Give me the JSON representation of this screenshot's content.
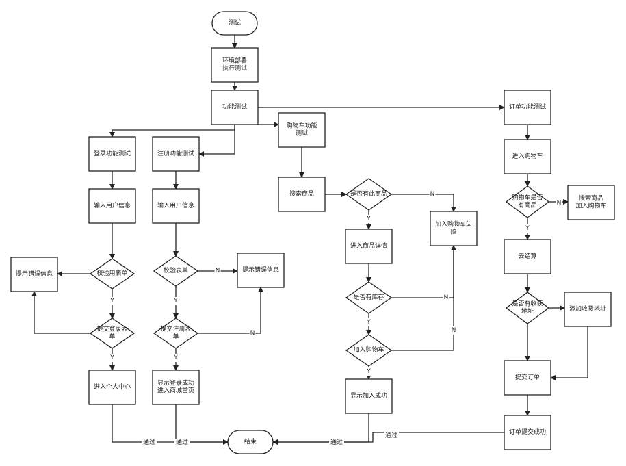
{
  "nodes": {
    "start": {
      "lines": [
        "测试"
      ]
    },
    "deploy": {
      "lines": [
        "环境部署",
        "执行测试"
      ]
    },
    "func_test": {
      "lines": [
        "功能测试"
      ]
    },
    "login_test": {
      "lines": [
        "登录功能测试"
      ]
    },
    "reg_test": {
      "lines": [
        "注册功能测试"
      ]
    },
    "cart_test": {
      "lines": [
        "购物车功能",
        "测试"
      ]
    },
    "order_test": {
      "lines": [
        "订单功能测试"
      ]
    },
    "login_input": {
      "lines": [
        "输入用户信息"
      ]
    },
    "reg_input": {
      "lines": [
        "输入用户信息"
      ]
    },
    "search_goods": {
      "lines": [
        "搜索商品"
      ]
    },
    "has_goods": {
      "lines": [
        "是否有此商品"
      ]
    },
    "add_fail": {
      "lines": [
        "加入购物车失",
        "败"
      ]
    },
    "enter_detail": {
      "lines": [
        "进入商品详情"
      ]
    },
    "has_stock": {
      "lines": [
        "是否有库存"
      ]
    },
    "add_cart": {
      "lines": [
        "加入购物车"
      ]
    },
    "show_add_ok": {
      "lines": [
        "显示加入成功"
      ]
    },
    "login_err": {
      "lines": [
        "提示错误信息"
      ]
    },
    "login_verify": {
      "lines": [
        "校验用表单"
      ]
    },
    "login_submit": {
      "lines": [
        "提交登录表",
        "单"
      ]
    },
    "personal": {
      "lines": [
        "进入个人中心"
      ]
    },
    "reg_verify": {
      "lines": [
        "校验表单"
      ]
    },
    "reg_err": {
      "lines": [
        "提示错误信息"
      ]
    },
    "reg_submit": {
      "lines": [
        "提交注册表",
        "单"
      ]
    },
    "reg_ok": {
      "lines": [
        "显示登录成功",
        "进入商城首页"
      ]
    },
    "enter_cart": {
      "lines": [
        "进入购物车"
      ]
    },
    "cart_has": {
      "lines": [
        "购物车是否",
        "有商品"
      ]
    },
    "search_add": {
      "lines": [
        "搜索商品",
        "加入购物车"
      ]
    },
    "checkout": {
      "lines": [
        "去结算"
      ]
    },
    "has_addr": {
      "lines": [
        "是否有收获",
        "地址"
      ]
    },
    "add_addr": {
      "lines": [
        "添加收货地址"
      ]
    },
    "submit_order": {
      "lines": [
        "提交订单"
      ]
    },
    "order_ok": {
      "lines": [
        "订单提交成功"
      ]
    },
    "end": {
      "lines": [
        "结束"
      ]
    }
  },
  "edge_labels": {
    "yes": "Y",
    "no": "N",
    "pass": "通过"
  }
}
